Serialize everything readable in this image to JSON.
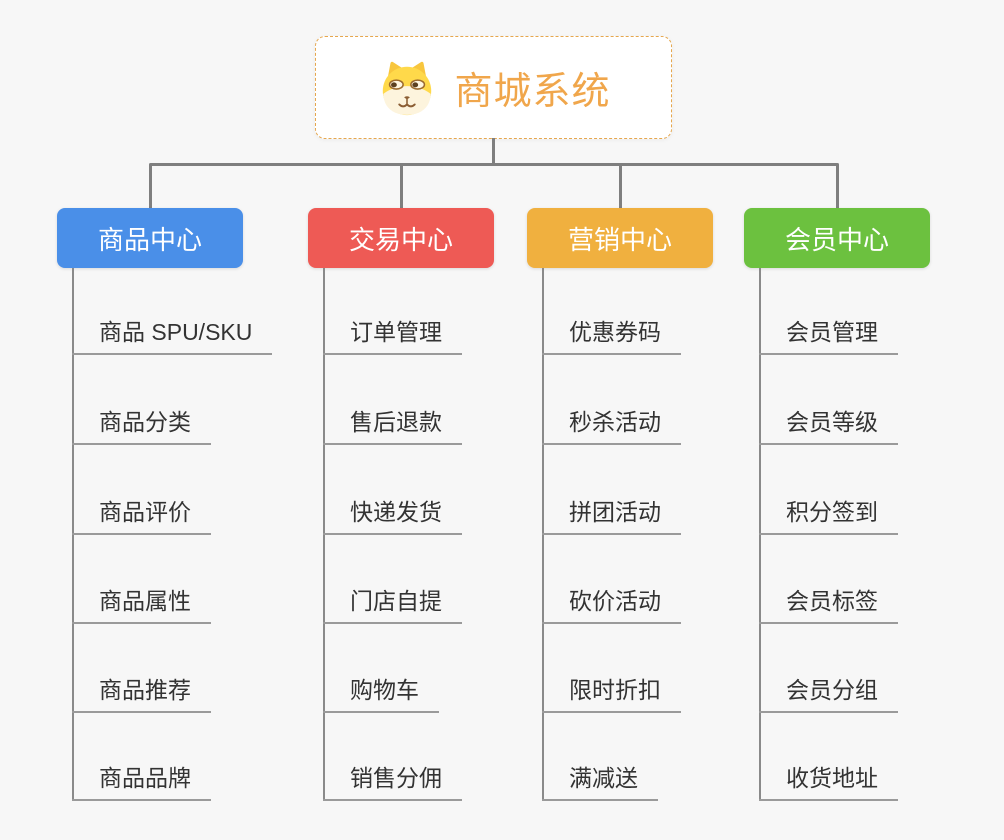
{
  "root": {
    "title": "商城系统",
    "icon": "dog-face-icon"
  },
  "branches": [
    {
      "label": "商品中心",
      "color": "#4a8fe8",
      "items": [
        "商品 SPU/SKU",
        "商品分类",
        "商品评价",
        "商品属性",
        "商品推荐",
        "商品品牌"
      ]
    },
    {
      "label": "交易中心",
      "color": "#ee5a55",
      "items": [
        "订单管理",
        "售后退款",
        "快递发货",
        "门店自提",
        "购物车",
        "销售分佣"
      ]
    },
    {
      "label": "营销中心",
      "color": "#f0b03f",
      "items": [
        "优惠券码",
        "秒杀活动",
        "拼团活动",
        "砍价活动",
        "限时折扣",
        "满减送"
      ]
    },
    {
      "label": "会员中心",
      "color": "#6cc13f",
      "items": [
        "会员管理",
        "会员等级",
        "积分签到",
        "会员标签",
        "会员分组",
        "收货地址"
      ]
    }
  ],
  "colors": {
    "background": "#f7f7f7",
    "connector": "#7f7f7f",
    "leaf_line": "#9a9a9a",
    "leaf_text": "#333333",
    "root_accent": "#f0a64b",
    "root_border": "#e6a74e"
  }
}
